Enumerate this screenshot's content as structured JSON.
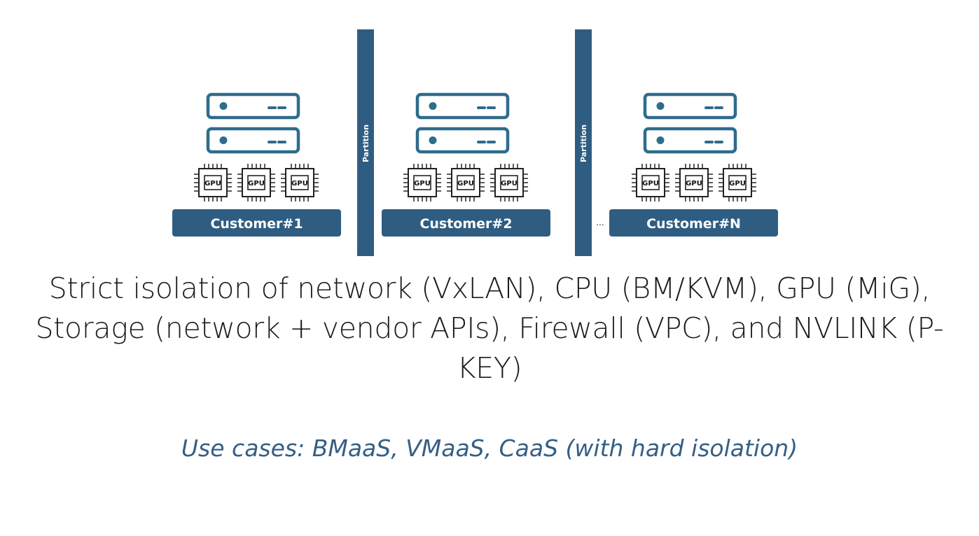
{
  "diagram": {
    "customers": [
      {
        "label": "Customer#1",
        "gpu_labels": [
          "GPU",
          "GPU",
          "GPU"
        ]
      },
      {
        "label": "Customer#2",
        "gpu_labels": [
          "GPU",
          "GPU",
          "GPU"
        ]
      },
      {
        "label": "Customer#N",
        "gpu_labels": [
          "GPU",
          "GPU",
          "GPU"
        ]
      }
    ],
    "partitions": [
      "Partition",
      "Partition"
    ],
    "ellipsis": "..."
  },
  "headline": "Strict isolation of network (VxLAN), CPU (BM/KVM), GPU (MiG), Storage (network + vendor APIs), Firewall (VPC), and NVLINK (P-KEY)",
  "subline": "Use cases: BMaaS, VMaaS, CaaS (with hard isolation)",
  "colors": {
    "primary": "#2f5d82",
    "server_outline": "#2e6c8c",
    "subtitle": "#355f85",
    "headline_text": "#1c1c1c"
  },
  "icons": [
    "server-icon",
    "gpu-chip-icon"
  ]
}
